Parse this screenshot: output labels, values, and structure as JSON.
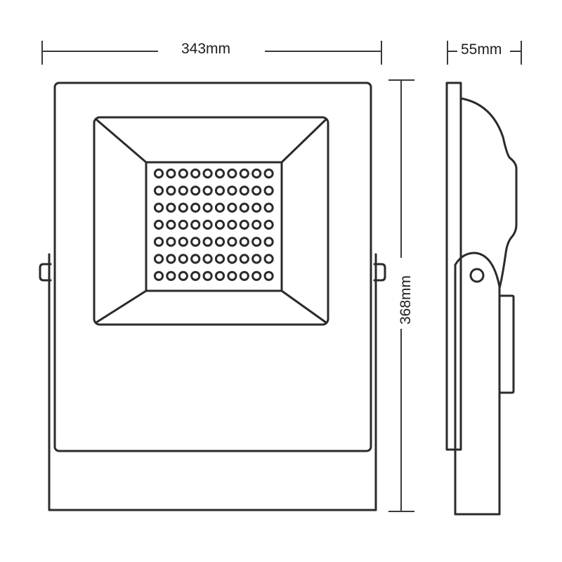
{
  "drawing": {
    "subject": "LED flood light dimension drawing",
    "views": [
      "front-view",
      "side-view"
    ],
    "dimensions": {
      "width": "343mm",
      "height": "368mm",
      "depth": "55mm"
    },
    "led_array": {
      "columns": 10,
      "rows": 7,
      "count": 70
    },
    "colors": {
      "line": "#2b2b2b",
      "background": "#ffffff",
      "text": "#1e1e1e"
    }
  }
}
